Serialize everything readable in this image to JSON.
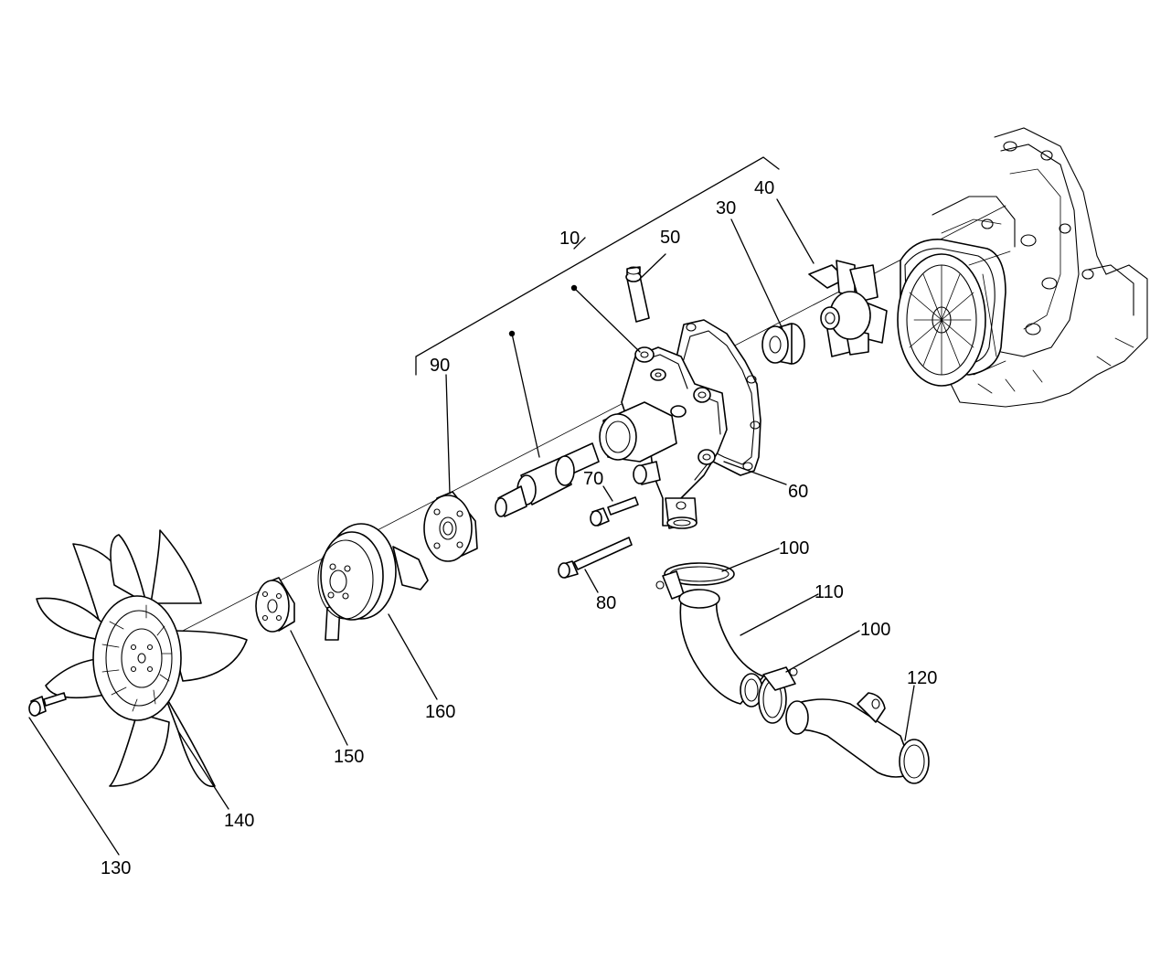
{
  "callouts": {
    "c10": "10",
    "c30": "30",
    "c40": "40",
    "c50": "50",
    "c60": "60",
    "c70": "70",
    "c80": "80",
    "c90": "90",
    "c100a": "100",
    "c100b": "100",
    "c110": "110",
    "c120": "120",
    "c130": "130",
    "c140": "140",
    "c150": "150",
    "c160": "160"
  }
}
